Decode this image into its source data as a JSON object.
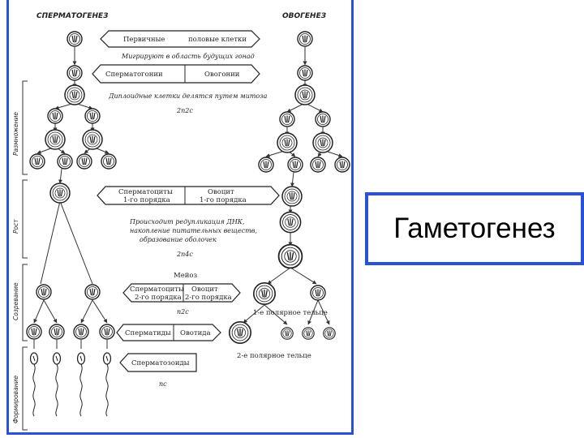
{
  "slide": {
    "title": "Гаметогенез"
  },
  "headers": {
    "spermatogenesis": "СПЕРМАТОГЕНЕЗ",
    "oogenesis": "ОВОГЕНЕЗ"
  },
  "stages": [
    "Размножение",
    "Рост",
    "Созревание",
    "Формирование"
  ],
  "boxes": {
    "primary_left": "Первичные",
    "primary_right": "половые клетки",
    "spermatogonia": "Сперматогонии",
    "oogonia": "Овогонии",
    "spermatocyte1_a": "Сперматоциты",
    "spermatocyte1_b": "1-го порядка",
    "oocyte1_a": "Овоцит",
    "oocyte1_b": "1-го порядка",
    "spermatocyte2_a": "Сперматоциты",
    "spermatocyte2_b": "2-го порядка",
    "oocyte2_a": "Овоцит",
    "oocyte2_b": "2-го порядка",
    "spermatids": "Сперматиды",
    "ootid": "Овотида",
    "spermatozoa": "Сперматозоиды"
  },
  "notes": {
    "migration": "Мигрируют в область будущих гонад",
    "mitosis": "Диплоидные клетки делятся путем митоза",
    "formula1": "2n2c",
    "growth1": "Происходит редупликация ДНК,",
    "growth2": "накопление питательных веществ,",
    "growth3": "образование оболочек",
    "formula2": "2n4c",
    "meiosis": "Мейоз",
    "formula3": "n2c",
    "polar1": "1-е полярное тельце",
    "polar2": "2-е полярное тельце",
    "formula4": "nc"
  }
}
